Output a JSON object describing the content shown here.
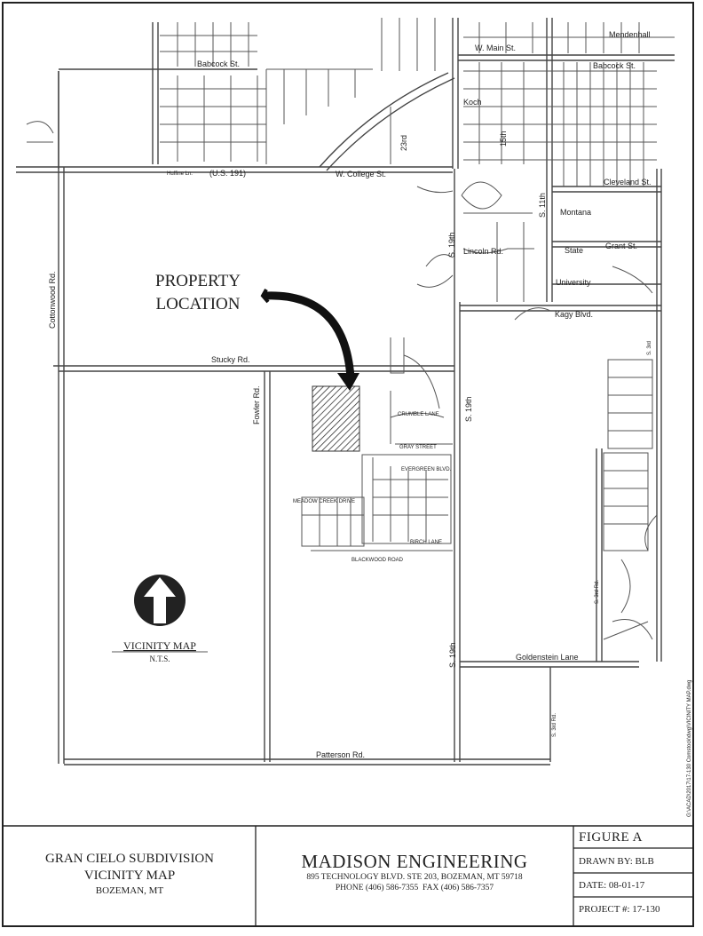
{
  "map": {
    "callout": {
      "line1": "PROPERTY",
      "line2": "LOCATION"
    },
    "north_arrow": {
      "icon": "north-arrow-icon"
    },
    "legend": {
      "title": "VICINITY MAP",
      "scale": "N.T.S."
    },
    "roads": {
      "w_main": "W. Main St.",
      "mendenhall": "Mendenhall",
      "babcock_w": "Babcock St.",
      "babcock_e": "Babcock St.",
      "koch": "Koch",
      "huffine": "Huffine Ln.",
      "us191": "(U.S. 191)",
      "w_college": "W. College St.",
      "cleveland": "Cleveland St.",
      "montana": "Montana",
      "state": "State",
      "university": "University",
      "lincoln": "Lincoln Rd.",
      "grant": "Grant St.",
      "kagy": "Kagy Blvd.",
      "s19th_a": "S. 19th",
      "s19th_b": "S. 19th",
      "s19th_c": "S. 19th",
      "s11th": "S. 11th",
      "s15th": "15th",
      "s23rd": "23rd",
      "s3rd_a": "S. 3rd",
      "s3rd_b": "S. 3rd Rd.",
      "s3rd_c": "S. 3rd Rd.",
      "cottonwood": "Cottonwood Rd.",
      "stucky": "Stucky Rd.",
      "fowler": "Fowler Rd.",
      "goldenstein": "Goldenstein Lane",
      "patterson": "Patterson Rd.",
      "gray_street": "GRAY STREET",
      "crumble_lane": "CRUMBLE LANE",
      "evergreen": "EVERGREEN BLVD.",
      "meadow_creek": "MEADOW CREEK DRIVE",
      "blackwood": "BLACKWOOD ROAD",
      "birch_lane": "BIRCH LANE"
    },
    "side_note": "G:\\ACAD\\2017\\17-130 Comstock\\dwg\\VICINITY MAP.dwg"
  },
  "title_block": {
    "project": {
      "line1": "GRAN CIELO SUBDIVISION",
      "line2": "VICINITY MAP",
      "line3": "BOZEMAN, MT"
    },
    "firm": {
      "name": "MADISON ENGINEERING",
      "address": "895 TECHNOLOGY BLVD. STE 203, BOZEMAN, MT 59718",
      "phone": "PHONE (406) 586-7355  FAX (406) 586-7357"
    },
    "figure": "FIGURE A",
    "drawn_by": "DRAWN BY: BLB",
    "date": "DATE: 08-01-17",
    "project_no": "PROJECT #: 17-130"
  }
}
